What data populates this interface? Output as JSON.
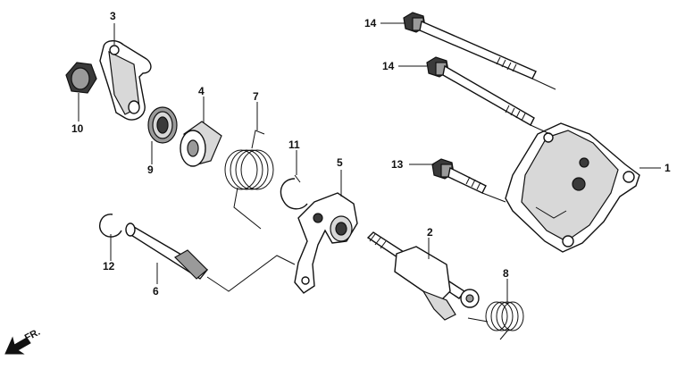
{
  "diagram": {
    "parts": [
      {
        "id": "1",
        "label": "1"
      },
      {
        "id": "2",
        "label": "2"
      },
      {
        "id": "3",
        "label": "3"
      },
      {
        "id": "4",
        "label": "4"
      },
      {
        "id": "5",
        "label": "5"
      },
      {
        "id": "6",
        "label": "6"
      },
      {
        "id": "7",
        "label": "7"
      },
      {
        "id": "8",
        "label": "8"
      },
      {
        "id": "9",
        "label": "9"
      },
      {
        "id": "10",
        "label": "10"
      },
      {
        "id": "11",
        "label": "11"
      },
      {
        "id": "12",
        "label": "12"
      },
      {
        "id": "13",
        "label": "13"
      },
      {
        "id": "14a",
        "label": "14"
      },
      {
        "id": "14b",
        "label": "14"
      }
    ],
    "direction": {
      "label": "FR."
    }
  }
}
